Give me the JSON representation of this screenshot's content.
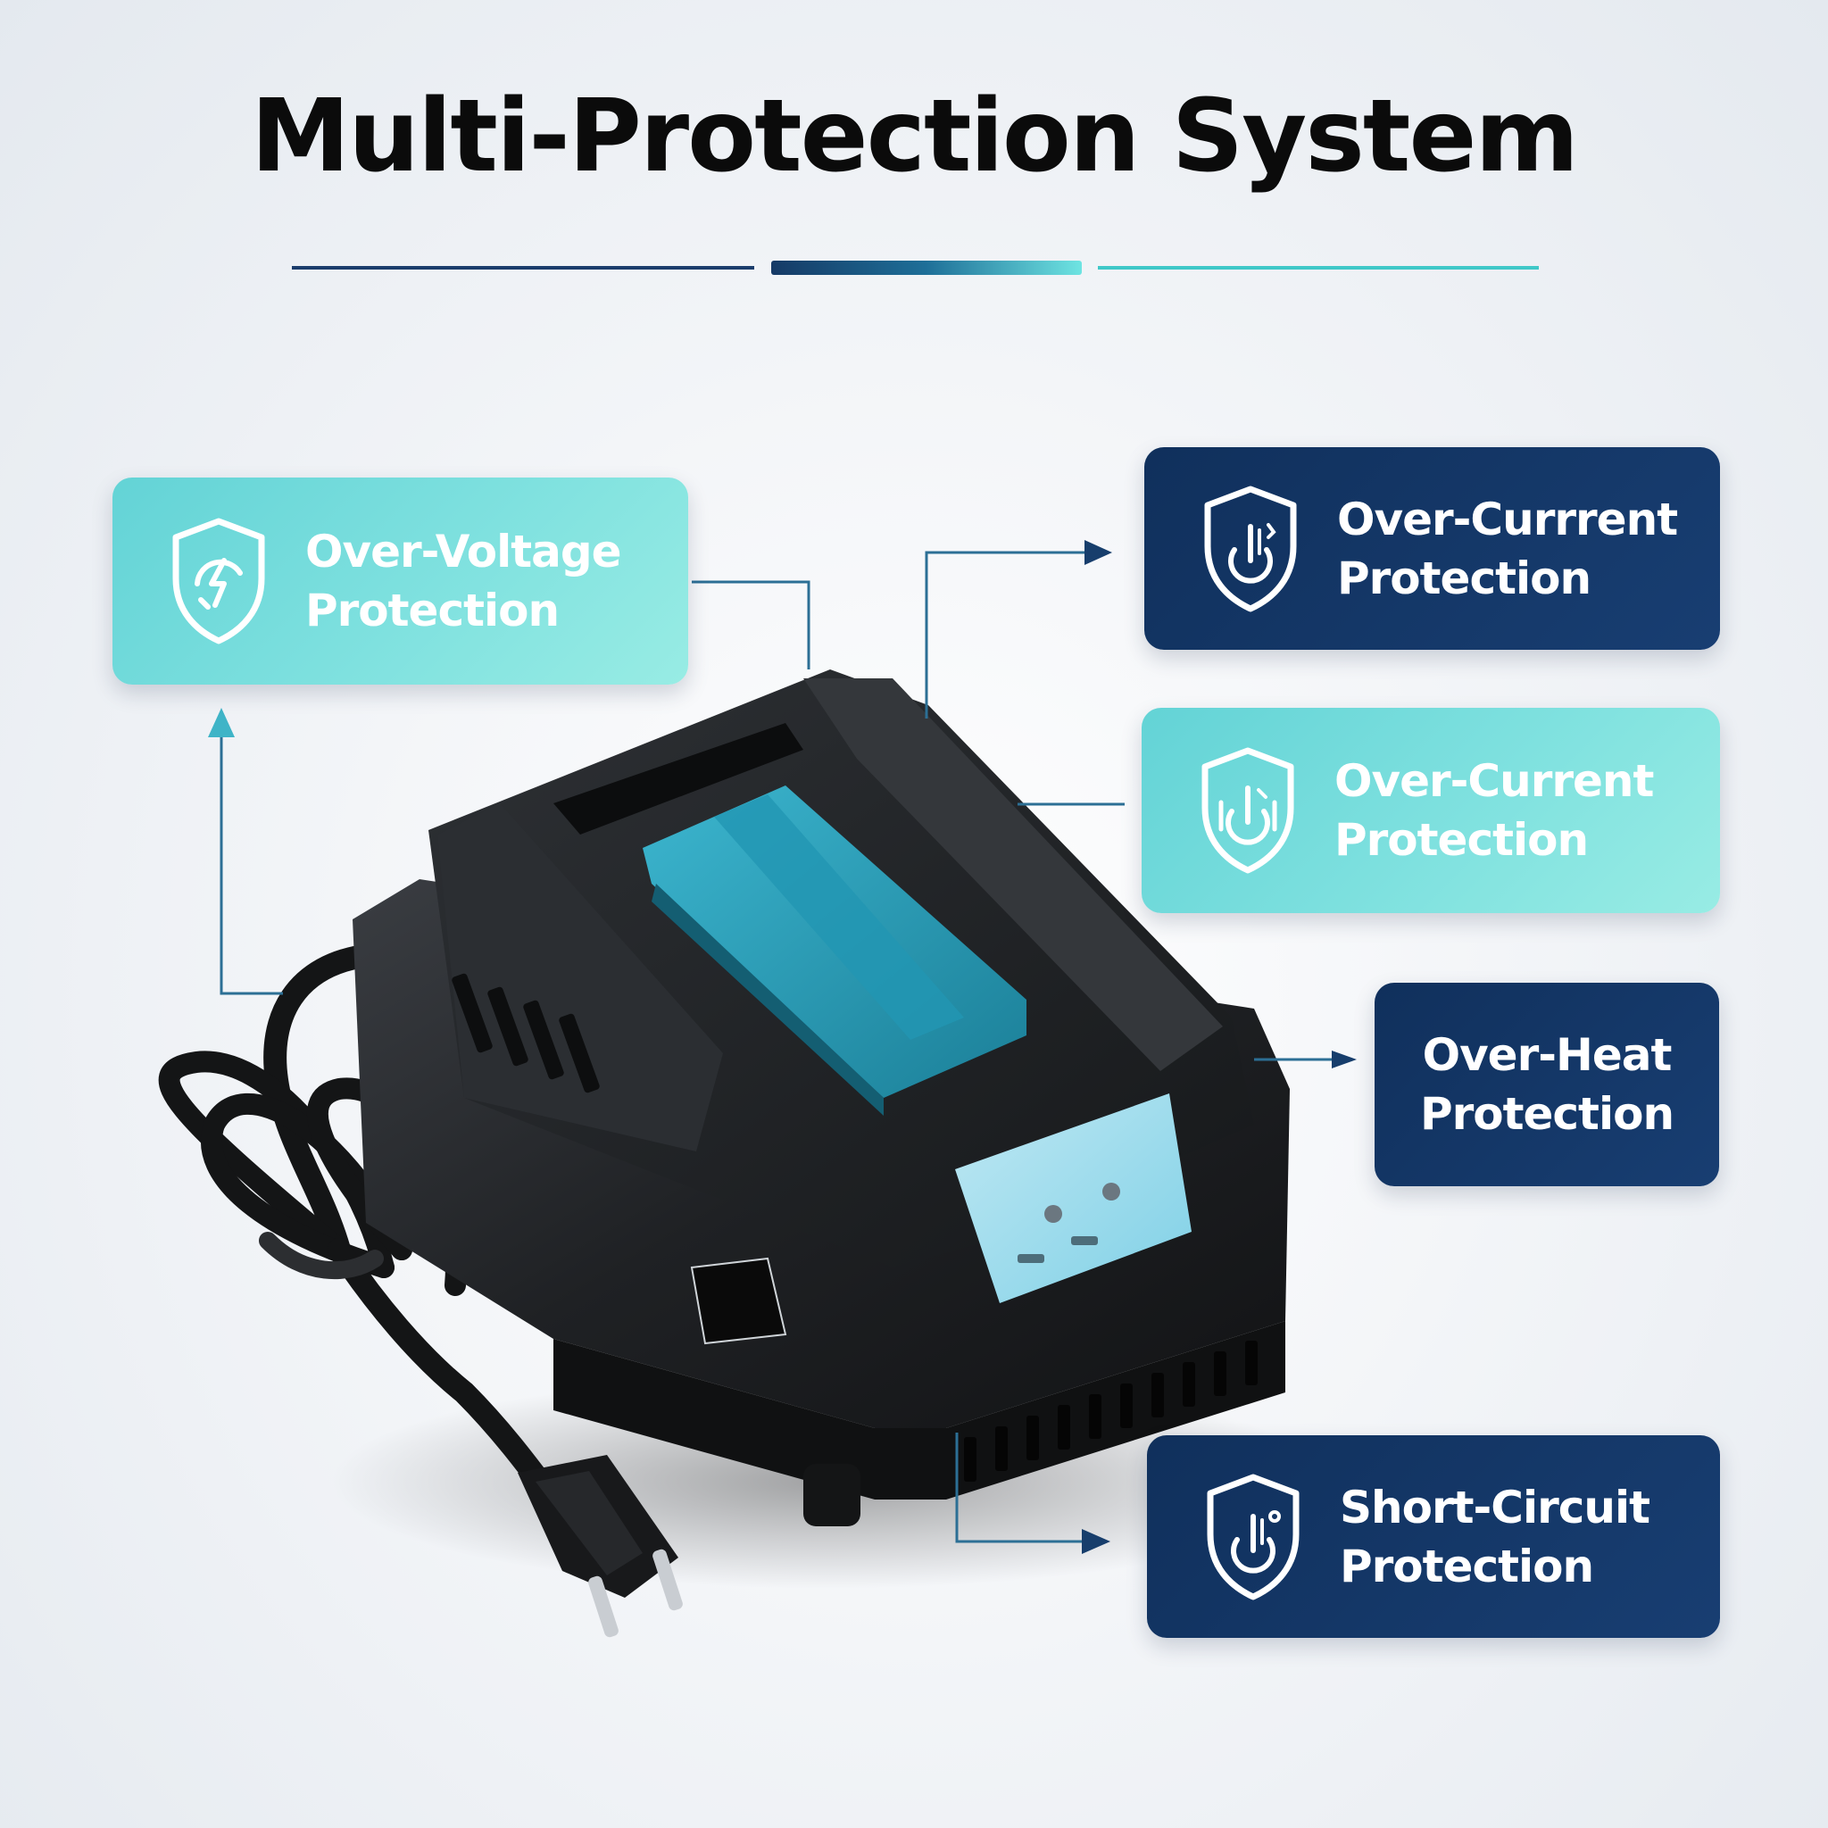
{
  "title": "Multi-Protection System",
  "colors": {
    "navy": "#163a66",
    "teal": "#6ee0df",
    "charger_body": "#1d1f22",
    "charger_accent": "#2aa3c0"
  },
  "features": [
    {
      "line1": "Over-Voltage",
      "line2": "Protection",
      "style": "teal",
      "icon": "shield-lightning-icon"
    },
    {
      "line1": "Over-Currrent",
      "line2": "Protection",
      "style": "navy",
      "icon": "shield-power-icon"
    },
    {
      "line1": "Over-Current",
      "line2": "Protection",
      "style": "teal",
      "icon": "shield-power-icon"
    },
    {
      "line1": "Over-Heat",
      "line2": "Protection",
      "style": "navy",
      "icon": ""
    },
    {
      "line1": "Short-Circuit",
      "line2": "Protection",
      "style": "navy",
      "icon": "shield-power-icon"
    }
  ]
}
